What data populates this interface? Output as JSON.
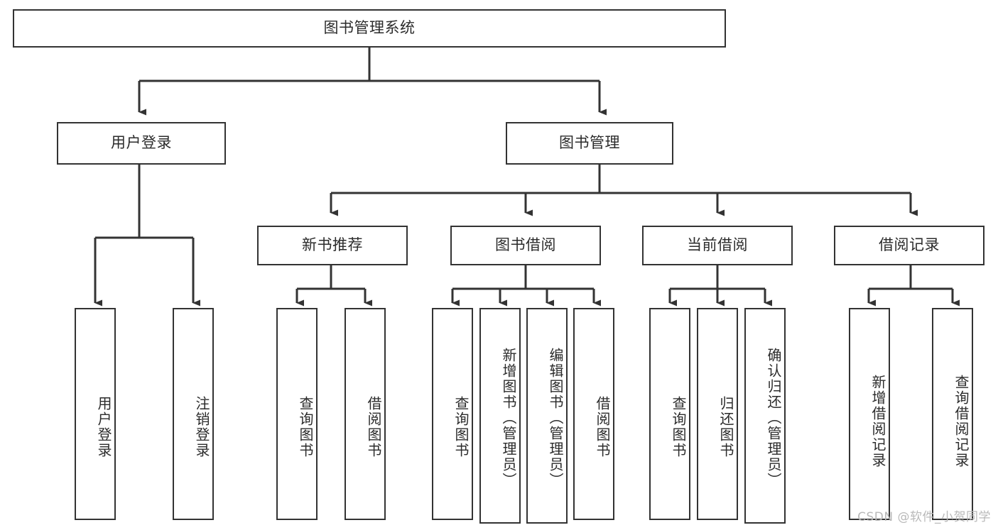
{
  "diagram": {
    "title": "图书管理系统",
    "watermark": "CSDN @软件_小贺同学",
    "line_color": "#333333",
    "box_fill": "#ffffff",
    "text_color": "#2b2b2b",
    "watermark_color": "#b9b9b9",
    "nodes": {
      "root": "图书管理系统",
      "level1": {
        "user_login": "用户登录",
        "book_manage": "图书管理"
      },
      "level2": {
        "new_book_recommend": "新书推荐",
        "book_borrow": "图书借阅",
        "current_borrow": "当前借阅",
        "borrow_record": "借阅记录"
      },
      "leaves": {
        "user_login_1": "用户登录",
        "user_login_2": "注销登录",
        "new_book_1": "查询图书",
        "new_book_2": "借阅图书",
        "book_borrow_1": "查询图书",
        "book_borrow_2": "新增图书（管理员）",
        "book_borrow_3": "编辑图书（管理员）",
        "book_borrow_4": "借阅图书",
        "current_borrow_1": "查询图书",
        "current_borrow_2": "归还图书",
        "current_borrow_3": "确认归还（管理员）",
        "borrow_record_1": "新增借阅记录",
        "borrow_record_2": "查询借阅记录"
      }
    }
  }
}
